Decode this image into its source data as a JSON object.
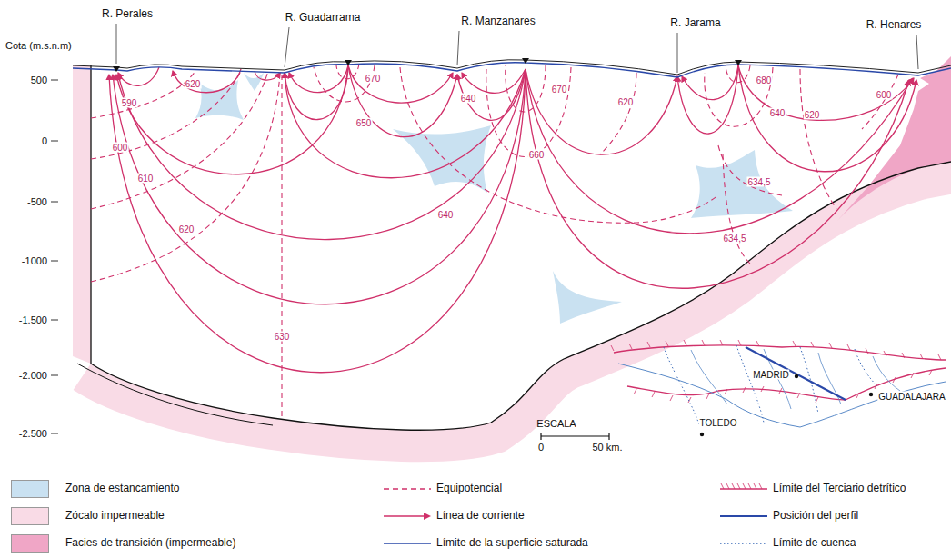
{
  "diagram": {
    "labels": [
      "Cota (m.s.n.m)",
      "500",
      "0",
      "-500",
      "-1000",
      "-1.500",
      "-2.000",
      "-2.500",
      "R. Perales",
      "R. Guadarrama",
      "R. Manzanares",
      "R. Jarama",
      "R. Henares",
      "590",
      "620",
      "600",
      "610",
      "620",
      "670",
      "650",
      "640",
      "670",
      "660",
      "640",
      "620",
      "680",
      "640",
      "620",
      "600",
      "634,5",
      "634,5",
      "630",
      "ESCALA",
      "0",
      "50 km.",
      "MADRID",
      "TOLEDO",
      "GUADALAJARA"
    ],
    "legend": [
      {
        "text": "Zona de estancamiento",
        "color": "#c9e1f1"
      },
      {
        "text": "Zócalo impermeable",
        "color": "#f9dbe6"
      },
      {
        "text": "Facies de transición (impermeable)",
        "color": "#f0a6c6"
      },
      {
        "text": "Equipotencial"
      },
      {
        "text": "Línea de corriente"
      },
      {
        "text": "Límite de la superficie saturada"
      },
      {
        "text": "Límite del Terciario detrítico"
      },
      {
        "text": "Posición del perfil"
      },
      {
        "text": "Límite de cuenca"
      }
    ]
  }
}
